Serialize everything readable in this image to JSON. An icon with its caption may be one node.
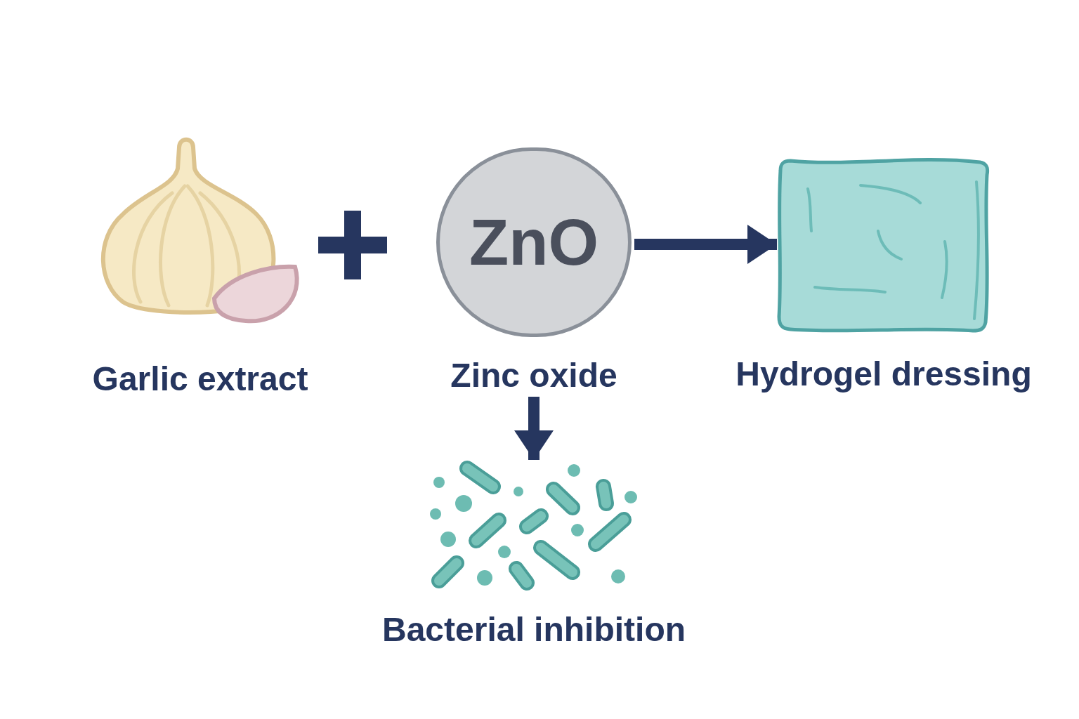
{
  "diagram": {
    "nodes": [
      {
        "text": [
          "Garlic extract"
        ]
      },
      {
        "text": [
          "ZnO",
          "Zinc oxide"
        ]
      },
      {
        "text": [
          "Hydrogel dressing"
        ]
      },
      {
        "text": [
          "Bacterial inhibition"
        ]
      }
    ],
    "edges": [
      {
        "from": 1,
        "to": 2,
        "arrow": "to"
      },
      {
        "from": 1,
        "to": 3,
        "arrow": "to"
      }
    ]
  }
}
